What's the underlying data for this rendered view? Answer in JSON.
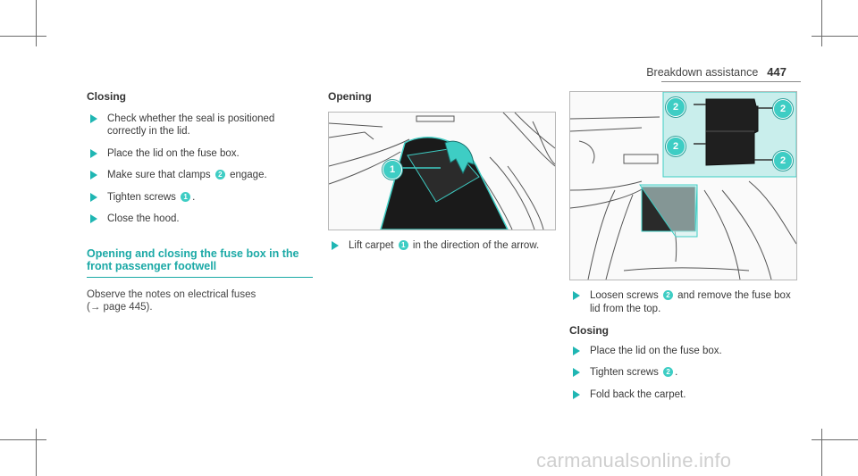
{
  "header": {
    "section": "Breakdown assistance",
    "page_number": "447"
  },
  "left": {
    "closing_heading": "Closing",
    "closing_steps": {
      "s1": "Check whether the seal is positioned correctly in the lid.",
      "s2": "Place the lid on the fuse box.",
      "s3a": "Make sure that clamps",
      "s3b": "engage.",
      "s4a": "Tighten screws",
      "s4b": "."
    },
    "close_hood": "Close the hood.",
    "section_title": "Opening and closing the fuse box in the front passenger footwell",
    "note_a": "Observe the notes on electrical fuses",
    "note_b": "(→ page 445)."
  },
  "middle": {
    "opening_heading": "Opening",
    "lift_a": "Lift carpet",
    "lift_b": "in the direction of the arrow."
  },
  "right": {
    "loosen_a": "Loosen screws",
    "loosen_b": "and remove the fuse box lid from the top.",
    "closing_heading": "Closing",
    "c1": "Place the lid on the fuse box.",
    "c2a": "Tighten screws",
    "c2b": ".",
    "c3": "Fold back the carpet."
  },
  "callouts": {
    "one": "1",
    "two": "2"
  },
  "watermark": "carmanualsonline.info",
  "colors": {
    "accent": "#3ecdc4",
    "heading_accent": "#1ba9a6"
  }
}
